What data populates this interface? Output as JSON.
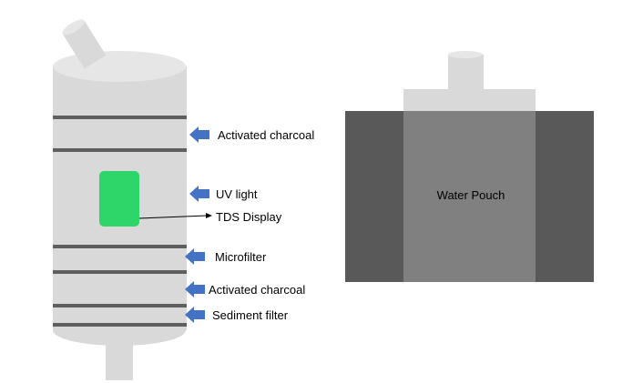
{
  "filter_labels": {
    "activated_charcoal_top": "Activated charcoal",
    "uv_light": "UV light",
    "tds_display": "TDS Display",
    "microfilter": "Microfilter",
    "activated_charcoal_bottom": "Activated charcoal",
    "sediment_filter": "Sediment filter"
  },
  "pouch": {
    "label": "Water Pouch"
  },
  "colors": {
    "cylinder_body": "#d9d9d9",
    "cylinder_top": "#e6e6e6",
    "band": "#5f5f5f",
    "display": "#2ed66a",
    "arrow": "#4472c4",
    "pouch_outer": "#595959",
    "pouch_inner": "#808080",
    "pouch_cap": "#d9d9d9"
  }
}
